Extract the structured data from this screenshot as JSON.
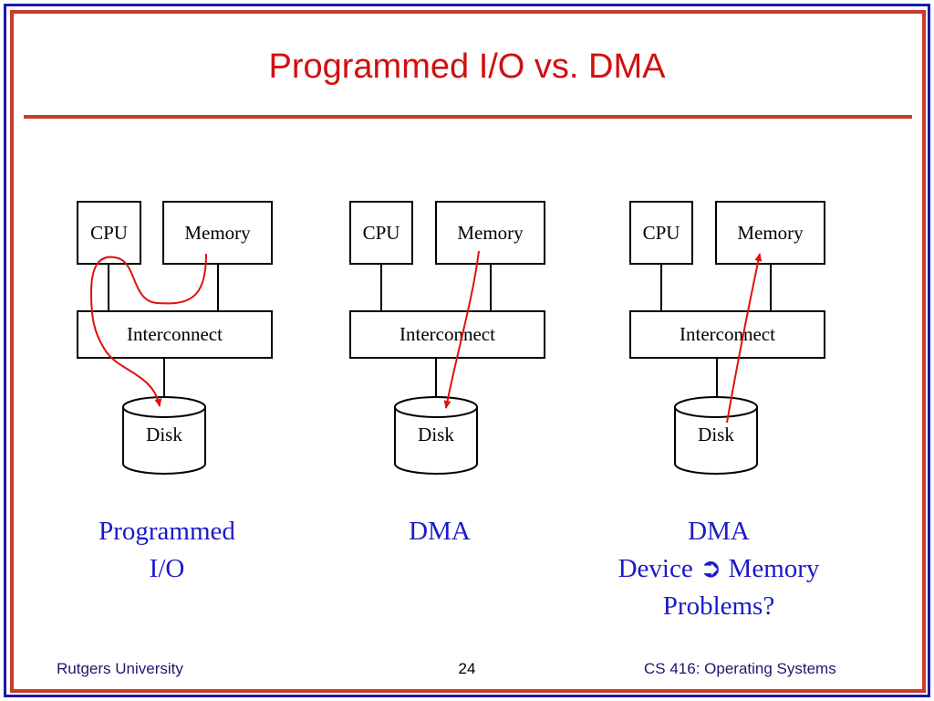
{
  "slide": {
    "title": "Programmed I/O vs. DMA",
    "footer_left": "Rutgers University",
    "page_number": "24",
    "footer_right": "CS 416: Operating Systems"
  },
  "diagrams": [
    {
      "cpu": "CPU",
      "memory": "Memory",
      "interconnect": "Interconnect",
      "disk": "Disk"
    },
    {
      "cpu": "CPU",
      "memory": "Memory",
      "interconnect": "Interconnect",
      "disk": "Disk"
    },
    {
      "cpu": "CPU",
      "memory": "Memory",
      "interconnect": "Interconnect",
      "disk": "Disk"
    }
  ],
  "captions": {
    "pio_line1": "Programmed",
    "pio_line2": "I/O",
    "dma": "DMA",
    "dma2_line1": "DMA",
    "dma2_device": "Device",
    "dma2_arrow": "➲",
    "dma2_memory": "Memory",
    "dma2_line3": "Problems?"
  },
  "colors": {
    "title": "#d01010",
    "caption": "#1a1ac8",
    "arrow": "#e01010",
    "border_outer": "#1a1aa8",
    "border_inner": "#c83c28"
  }
}
